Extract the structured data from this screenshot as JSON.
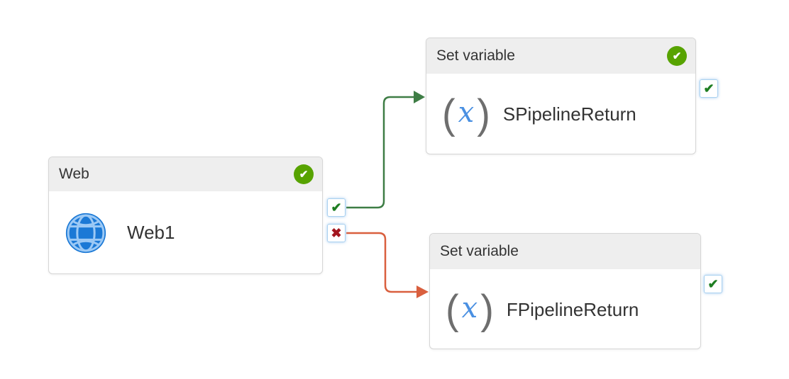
{
  "canvas": {
    "description": "Pipeline designer canvas"
  },
  "colors": {
    "success": "#3e7d45",
    "failure": "#d95f3e",
    "badge_green": "#57a300",
    "port_border": "#a9d1f0",
    "port_check_green": "#1e7e22",
    "port_cross_red": "#a3161f",
    "node_header_bg": "#eeeeee",
    "node_border": "#d6d6d6",
    "globe_blue": "#1b79d6",
    "globe_lines": "#9cc9f5",
    "variable_x_blue": "#4a90e2",
    "text": "#333333"
  },
  "icons": {
    "check_glyph": "✔",
    "cross_glyph": "✖",
    "variable_open": "(",
    "variable_x": "x",
    "variable_close": ")"
  },
  "nodes": {
    "web1": {
      "type_label": "Web",
      "name": "Web1",
      "icon": "globe-icon",
      "succeeded_badge": true
    },
    "success_var": {
      "type_label": "Set variable",
      "name": "SPipelineReturn",
      "icon": "set-variable-icon",
      "succeeded_badge": true
    },
    "failure_var": {
      "type_label": "Set variable",
      "name": "FPipelineReturn",
      "icon": "set-variable-icon",
      "succeeded_badge": false
    }
  },
  "connectors": [
    {
      "from": "Web1",
      "port": "success",
      "to": "SPipelineReturn",
      "color": "#3e7d45"
    },
    {
      "from": "Web1",
      "port": "failure",
      "to": "FPipelineReturn",
      "color": "#d95f3e"
    }
  ]
}
